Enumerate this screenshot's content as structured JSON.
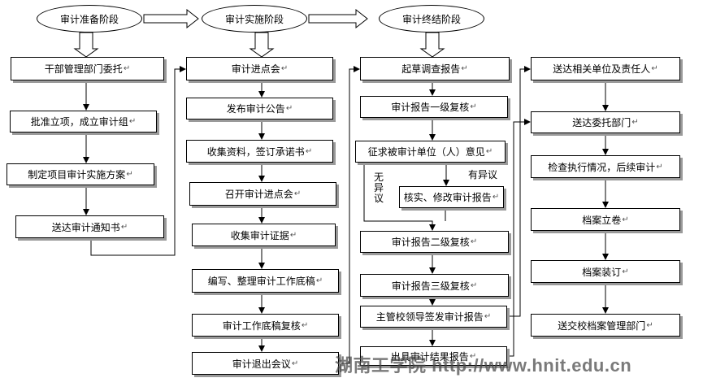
{
  "phases": [
    {
      "id": "prep",
      "label": "审计准备阶段"
    },
    {
      "id": "impl",
      "label": "审计实施阶段"
    },
    {
      "id": "end",
      "label": "审计终结阶段"
    }
  ],
  "mark": "↵",
  "columns": {
    "col1": [
      "干部管理部门委托",
      "批准立项，成立审计组",
      "制定项目审计实施方案",
      "送达审计通知书"
    ],
    "col2": [
      "审计进点会",
      "发布审计公告",
      "收集资料，签订承诺书",
      "召开审计进点会",
      "收集审计证据",
      "编写、整理审计工作底稿",
      "审计工作底稿复核",
      "审计退出会议"
    ],
    "col3": [
      "起草调查报告",
      "审计报告一级复核",
      "征求被审计单位（人）意见",
      "核实、修改审计报告",
      "审计报告二级复核",
      "审计报告三级复核",
      "主管校领导签发审计报告",
      "出具审计结果报告"
    ],
    "col4": [
      "送达相关单位及责任人",
      "送达委托部门",
      "检查执行情况，后续审计",
      "档案立卷",
      "档案装订",
      "送交校档案管理部门"
    ]
  },
  "branch_labels": {
    "objection": "有异议",
    "no_objection": "无异议"
  },
  "watermark": "湖南工学院 http://www.hnit.edu.cn"
}
